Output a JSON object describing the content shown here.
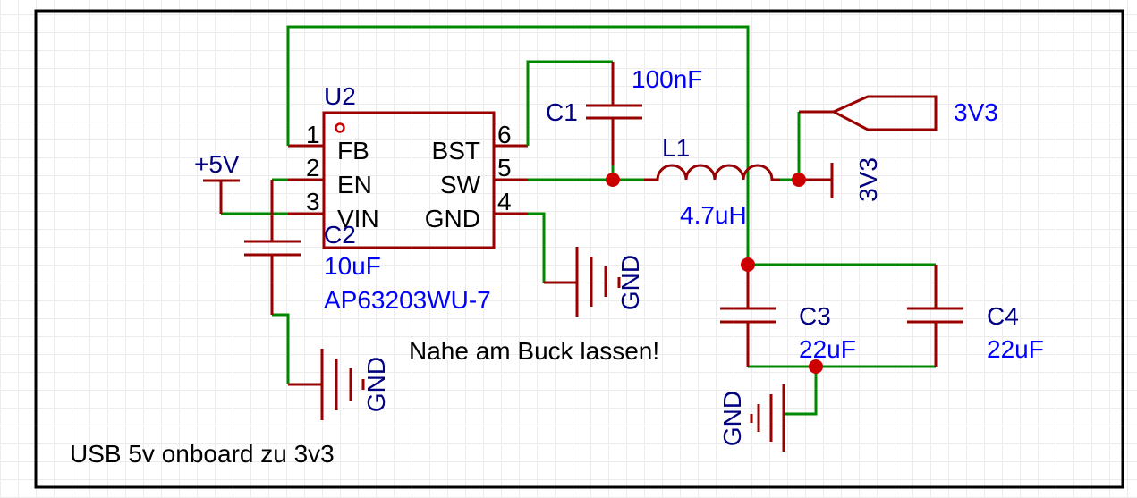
{
  "colors": {
    "pin": "#990000",
    "wire": "#008800",
    "junction": "#cc0000",
    "designator": "#000080",
    "value": "#0000ff"
  },
  "u2": {
    "designator": "U2",
    "part": "AP63203WU-7",
    "pins": [
      {
        "num": "1",
        "name": "FB"
      },
      {
        "num": "2",
        "name": "EN"
      },
      {
        "num": "3",
        "name": "VIN"
      },
      {
        "num": "6",
        "name": "BST"
      },
      {
        "num": "5",
        "name": "SW"
      },
      {
        "num": "4",
        "name": "GND"
      }
    ]
  },
  "c1": {
    "designator": "C1",
    "value": "100nF"
  },
  "c2": {
    "designator": "C2",
    "value": "10uF"
  },
  "c3": {
    "designator": "C3",
    "value": "22uF"
  },
  "c4": {
    "designator": "C4",
    "value": "22uF"
  },
  "l1": {
    "designator": "L1",
    "value": "4.7uH"
  },
  "nets": {
    "vin": "+5V",
    "vout_port": "3V3",
    "vout_power": "3V3",
    "gnd1": "GND",
    "gnd2": "GND",
    "gnd3": "GND"
  },
  "notes": {
    "placement": "Nahe am Buck lassen!",
    "title": "USB 5v  onboard zu 3v3"
  }
}
